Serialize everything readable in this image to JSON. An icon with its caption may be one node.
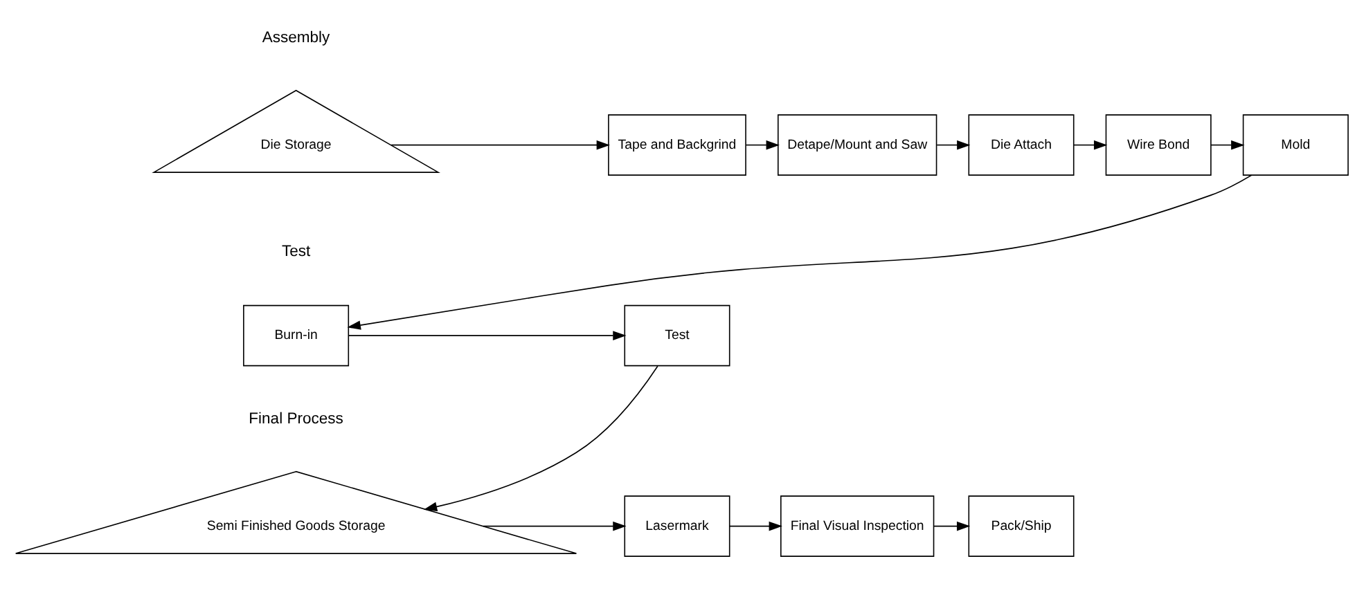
{
  "diagram": {
    "nodes": [
      {
        "text": [
          "Die Storage"
        ]
      },
      {
        "text": [
          "Tape and Backgrind"
        ]
      },
      {
        "text": [
          "Detape/Mount and Saw"
        ]
      },
      {
        "text": [
          "Die Attach"
        ]
      },
      {
        "text": [
          "Wire Bond"
        ]
      },
      {
        "text": [
          "Mold"
        ]
      },
      {
        "text": [
          "Burn-in"
        ]
      },
      {
        "text": [
          "Test"
        ]
      },
      {
        "text": [
          "Semi Finished Goods Storage"
        ]
      },
      {
        "text": [
          "Lasermark"
        ]
      },
      {
        "text": [
          "Final Visual Inspection"
        ]
      },
      {
        "text": [
          "Pack/Ship"
        ]
      }
    ],
    "edges": [
      {
        "from": 0,
        "to": 1,
        "arrow": "to"
      },
      {
        "from": 1,
        "to": 2,
        "arrow": "to"
      },
      {
        "from": 2,
        "to": 3,
        "arrow": "to"
      },
      {
        "from": 3,
        "to": 4,
        "arrow": "to"
      },
      {
        "from": 4,
        "to": 5,
        "arrow": "to"
      },
      {
        "from": 5,
        "to": 6,
        "arrow": "to"
      },
      {
        "from": 6,
        "to": 7,
        "arrow": "to"
      },
      {
        "from": 7,
        "to": 8,
        "arrow": "to"
      },
      {
        "from": 8,
        "to": 9,
        "arrow": "to"
      },
      {
        "from": 9,
        "to": 10,
        "arrow": "to"
      },
      {
        "from": 10,
        "to": 11,
        "arrow": "to"
      }
    ],
    "labels": [
      "Assembly",
      "Test",
      "Final Process"
    ]
  }
}
